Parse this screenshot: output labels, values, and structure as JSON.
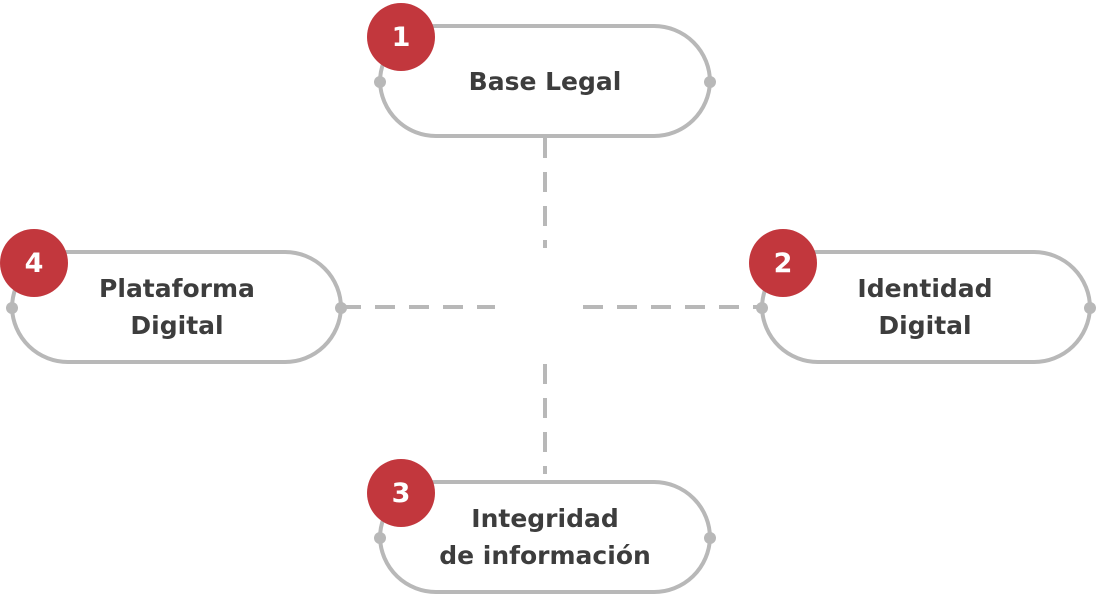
{
  "colors": {
    "outline": "#b8b8b8",
    "connector": "#b8b8b8",
    "badge": "#c2373d",
    "text": "#3d3d3d"
  },
  "nodes": [
    {
      "number": "1",
      "lines": [
        "Base Legal"
      ]
    },
    {
      "number": "2",
      "lines": [
        "Identidad",
        "Digital"
      ]
    },
    {
      "number": "3",
      "lines": [
        "Integridad",
        "de información"
      ]
    },
    {
      "number": "4",
      "lines": [
        "Plataforma",
        "Digital"
      ]
    }
  ]
}
